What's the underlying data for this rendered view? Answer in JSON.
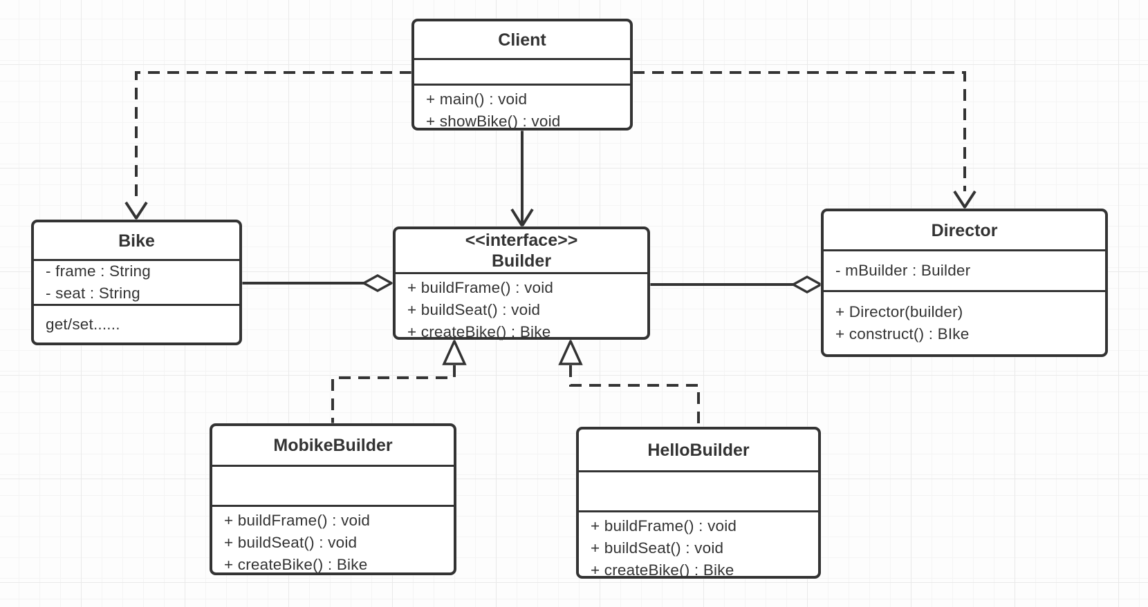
{
  "diagram_type": "uml-class-diagram",
  "colors": {
    "line": "#333333",
    "box_fill": "#ffffff",
    "background": "#fdfdfd",
    "grid_minor": "#f4f4f4",
    "grid_major": "#e9e9e9"
  },
  "classes": {
    "client": {
      "name": "Client",
      "attributes": [],
      "methods": [
        "+ main() : void",
        "+ showBike() : void"
      ]
    },
    "bike": {
      "name": "Bike",
      "attributes": [
        "- frame : String",
        "- seat : String"
      ],
      "methods": [
        "get/set......"
      ]
    },
    "builder": {
      "stereotype": "<<interface>>",
      "name": "Builder",
      "attributes": [],
      "methods": [
        "+ buildFrame() : void",
        "+ buildSeat() : void",
        "+ createBike() : Bike"
      ]
    },
    "director": {
      "name": "Director",
      "attributes": [
        "- mBuilder : Builder"
      ],
      "methods": [
        "+ Director(builder)",
        "+ construct() : BIke"
      ]
    },
    "mobike_builder": {
      "name": "MobikeBuilder",
      "attributes": [],
      "methods": [
        "+ buildFrame() : void",
        "+ buildSeat() : void",
        "+ createBike() : Bike"
      ]
    },
    "hello_builder": {
      "name": "HelloBuilder",
      "attributes": [],
      "methods": [
        "+ buildFrame() : void",
        "+ buildSeat() : void",
        "+ createBike() : Bike"
      ]
    }
  },
  "relationships": [
    {
      "from": "Client",
      "to": "Builder",
      "type": "association",
      "style": "solid",
      "arrow": "open"
    },
    {
      "from": "Client",
      "to": "Bike",
      "type": "dependency",
      "style": "dashed",
      "arrow": "open"
    },
    {
      "from": "Client",
      "to": "Director",
      "type": "dependency",
      "style": "dashed",
      "arrow": "open"
    },
    {
      "from": "Bike",
      "to": "Builder",
      "type": "aggregation",
      "style": "solid",
      "arrow": "hollow-diamond"
    },
    {
      "from": "Builder",
      "to": "Director",
      "type": "aggregation",
      "style": "solid",
      "arrow": "hollow-diamond"
    },
    {
      "from": "MobikeBuilder",
      "to": "Builder",
      "type": "realization",
      "style": "dashed",
      "arrow": "hollow-triangle"
    },
    {
      "from": "HelloBuilder",
      "to": "Builder",
      "type": "realization",
      "style": "dashed",
      "arrow": "hollow-triangle"
    }
  ]
}
